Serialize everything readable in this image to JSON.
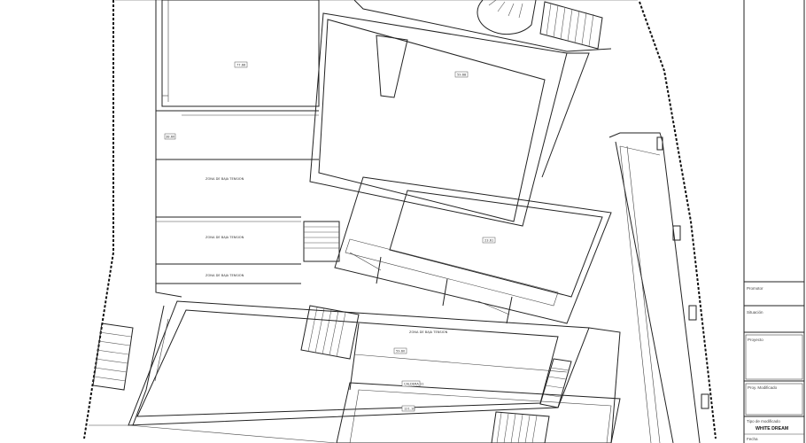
{
  "labels": {
    "room_top": "77.66",
    "room_rot": "59.68",
    "small_left": "38.60",
    "hall_1": "ZONA DE BAJA TENSION",
    "hall_2": "ZONA DE BAJA TENSION",
    "hall_3": "ZONA DE BAJA TENSION",
    "room_mid": "23.61",
    "center_1": "ZONA DE BAJA TENSION",
    "center_2": "59.60",
    "center_3": "CALDERA 11",
    "bottom_room": "121.10"
  },
  "title_block": {
    "promotor": "Promotor",
    "situacion": "Situación",
    "proyecto": "Proyecto",
    "modificado_label": "Proy. Modificado",
    "tipo_label": "Tipo de modificado",
    "project_name": "WHITE DREAM",
    "fecha": "Fecha"
  }
}
